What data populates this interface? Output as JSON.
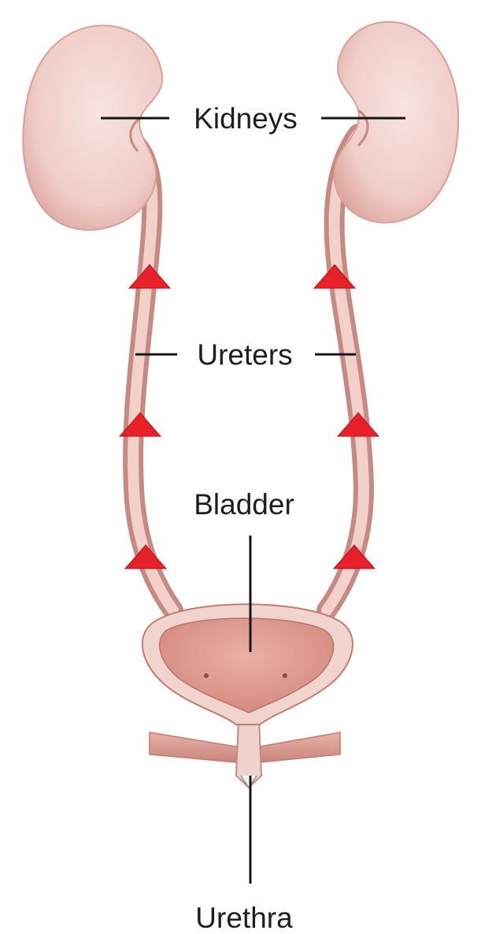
{
  "labels": {
    "kidneys": "Kidneys",
    "ureters": "Ureters",
    "bladder": "Bladder",
    "urethra": "Urethra"
  },
  "colors": {
    "kidney": "#f1cdc8",
    "tissue_outline": "#c9897f",
    "bladder_interior": "#e2a296",
    "muscle_band": "#dc9e94",
    "arrow": "#e8202a",
    "leader_line": "#151515"
  },
  "icons": {
    "flow_arrow": "red-arrow-up-icon"
  }
}
